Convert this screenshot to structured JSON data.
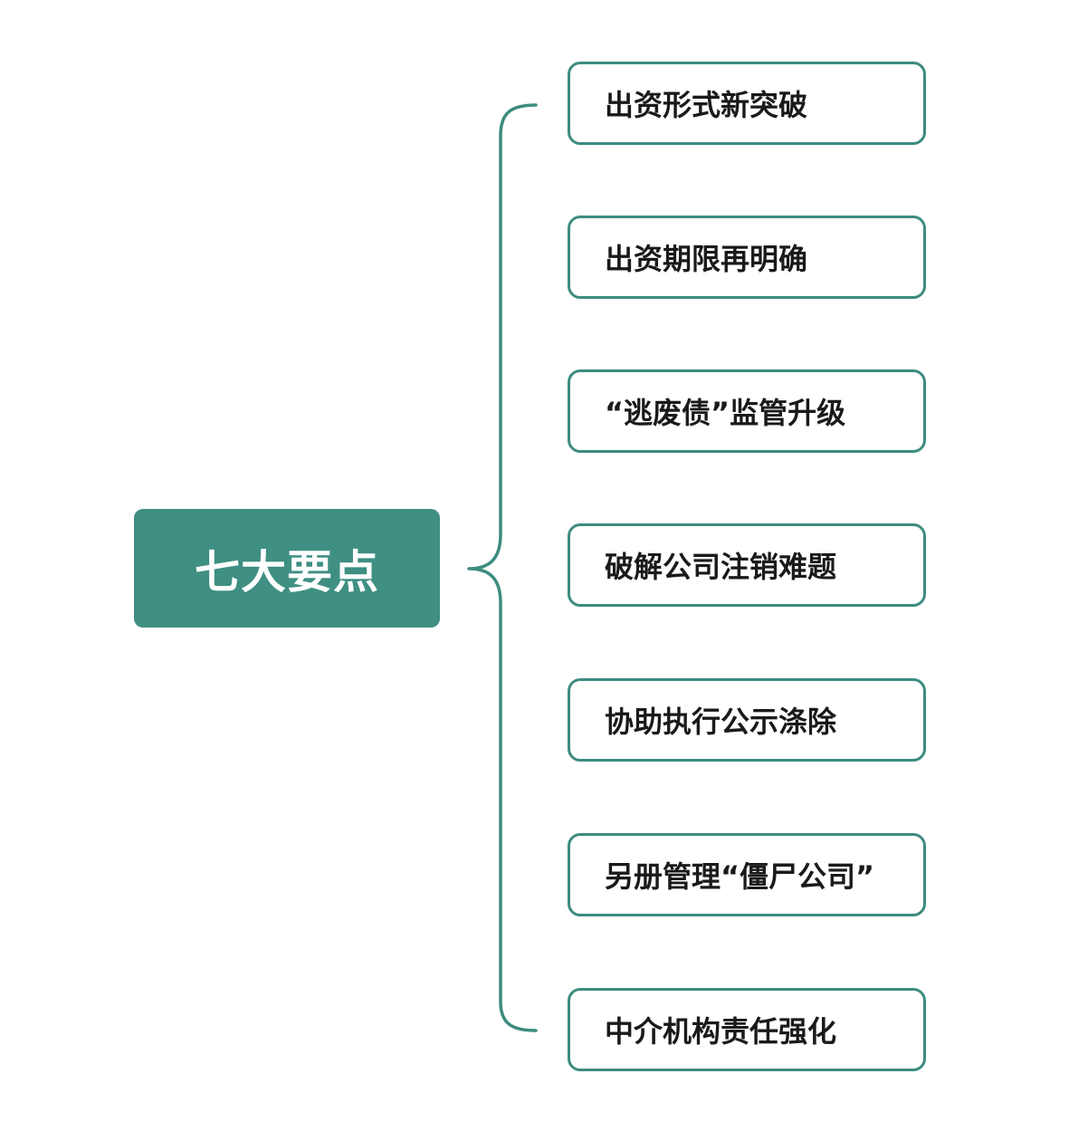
{
  "colors": {
    "accent": "#3f8f82",
    "border": "#3c8c7f",
    "text": "#1a1a1a",
    "background": "#ffffff"
  },
  "diagram": {
    "root": {
      "label": "七大要点"
    },
    "branches": [
      {
        "label": "出资形式新突破"
      },
      {
        "label": "出资期限再明确"
      },
      {
        "label": "“逃废债”监管升级"
      },
      {
        "label": "破解公司注销难题"
      },
      {
        "label": "协助执行公示涤除"
      },
      {
        "label": "另册管理“僵尸公司”"
      },
      {
        "label": "中介机构责任强化"
      }
    ]
  }
}
